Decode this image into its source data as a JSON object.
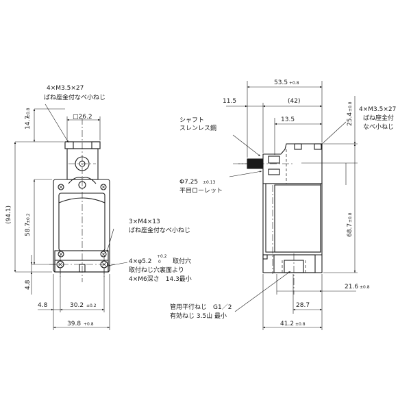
{
  "left_view": {
    "dim_screw_top": "4×M3.5×27",
    "dim_screw_top_note": "ばね座金付なべ小ねじ",
    "dim_square": "□26.2",
    "dim_14_7": "14.7",
    "dim_14_7_tol": "±0.8",
    "dim_total": "(94.1)",
    "dim_58_7": "58.7",
    "dim_58_7_tol": "±0.2",
    "dim_4_8_vert": "4.8",
    "dim_4_8_horiz": "4.8",
    "dim_30_2": "30.2",
    "dim_30_2_tol": "±0.2",
    "dim_39_8": "39.8",
    "dim_39_8_tol": "+0.8",
    "dim_cover_screw": "3×M4×13",
    "dim_cover_screw_note": "ばね座金付なべ小ねじ",
    "dim_mount_hole": "4×φ5.2",
    "dim_mount_hole_tol_upper": "+0.2",
    "dim_mount_hole_tol_lower": "0",
    "dim_mount_hole_label": "取付穴",
    "dim_mount_screw_note": "取付ねじ穴裏面より",
    "dim_mount_screw_depth": "4×M6深さ　14.3最小"
  },
  "right_view": {
    "dim_53_5": "53.5",
    "dim_53_5_tol": "+0.8",
    "dim_11_5": "11.5",
    "dim_42": "(42)",
    "dim_13_5": "13.5",
    "shaft_label": "シャフト",
    "shaft_material": "スレンレス鋼",
    "dim_shaft_dia": "Φ7.25",
    "dim_shaft_dia_tol": "±0.13",
    "shaft_knurl": "平目ローレット",
    "dim_screw": "4×M3.5×27",
    "dim_screw_note1": "ばね座金付",
    "dim_screw_note2": "なべ小ねじ",
    "dim_25_4": "25.4",
    "dim_25_4_tol": "±0.8",
    "dim_68_7": "68.7",
    "dim_68_7_tol": "±0.8",
    "dim_21_6": "21.6",
    "dim_21_6_tol": "±0.8",
    "dim_28_7": "28.7",
    "dim_41_2": "41.2",
    "dim_41_2_tol": "±0.8",
    "conduit_thread": "管用平行ねじ　G1／2",
    "conduit_thread_length": "有効ねじ 3.5山 最小"
  }
}
